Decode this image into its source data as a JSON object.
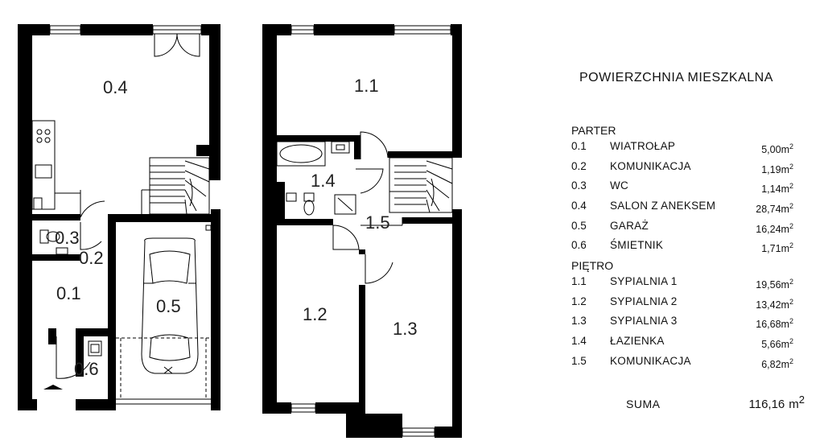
{
  "plan": {
    "rooms": [
      {
        "id": "0.4",
        "label": "0.4"
      },
      {
        "id": "0.3",
        "label": "0.3"
      },
      {
        "id": "0.2",
        "label": "0.2"
      },
      {
        "id": "0.1",
        "label": "0.1"
      },
      {
        "id": "0.5",
        "label": "0.5"
      },
      {
        "id": "0.6",
        "label": "0.6"
      },
      {
        "id": "1.1",
        "label": "1.1"
      },
      {
        "id": "1.4",
        "label": "1.4"
      },
      {
        "id": "1.5",
        "label": "1.5"
      },
      {
        "id": "1.2",
        "label": "1.2"
      },
      {
        "id": "1.3",
        "label": "1.3"
      }
    ]
  },
  "legend": {
    "title": "POWIERZCHNIA MIESZKALNA",
    "sections": [
      {
        "name": "PARTER",
        "rows": [
          {
            "code": "0.1",
            "name": "WIATROŁAP",
            "area": "5,00m",
            "unit_sup": "2"
          },
          {
            "code": "0.2",
            "name": "KOMUNIKACJA",
            "area": "1,19m",
            "unit_sup": "2"
          },
          {
            "code": "0.3",
            "name": "WC",
            "area": "1,14m",
            "unit_sup": "2"
          },
          {
            "code": "0.4",
            "name": "SALON Z ANEKSEM",
            "area": "28,74m",
            "unit_sup": "2"
          },
          {
            "code": "0.5",
            "name": "GARAŻ",
            "area": "16,24m",
            "unit_sup": "2"
          },
          {
            "code": "0.6",
            "name": "ŚMIETNIK",
            "area": "1,71m",
            "unit_sup": "2"
          }
        ]
      },
      {
        "name": "PIĘTRO",
        "rows": [
          {
            "code": "1.1",
            "name": "SYPIALNIA 1",
            "area": "19,56m",
            "unit_sup": "2"
          },
          {
            "code": "1.2",
            "name": "SYPIALNIA 2",
            "area": "13,42m",
            "unit_sup": "2"
          },
          {
            "code": "1.3",
            "name": "SYPIALNIA 3",
            "area": "16,68m",
            "unit_sup": "2"
          },
          {
            "code": "1.4",
            "name": "ŁAZIENKA",
            "area": "5,66m",
            "unit_sup": "2"
          },
          {
            "code": "1.5",
            "name": "KOMUNIKACJA",
            "area": "6,82m",
            "unit_sup": "2"
          }
        ]
      }
    ],
    "sum": {
      "label": "SUMA",
      "value": "116,16",
      "unit": "m",
      "unit_sup": "2"
    }
  }
}
